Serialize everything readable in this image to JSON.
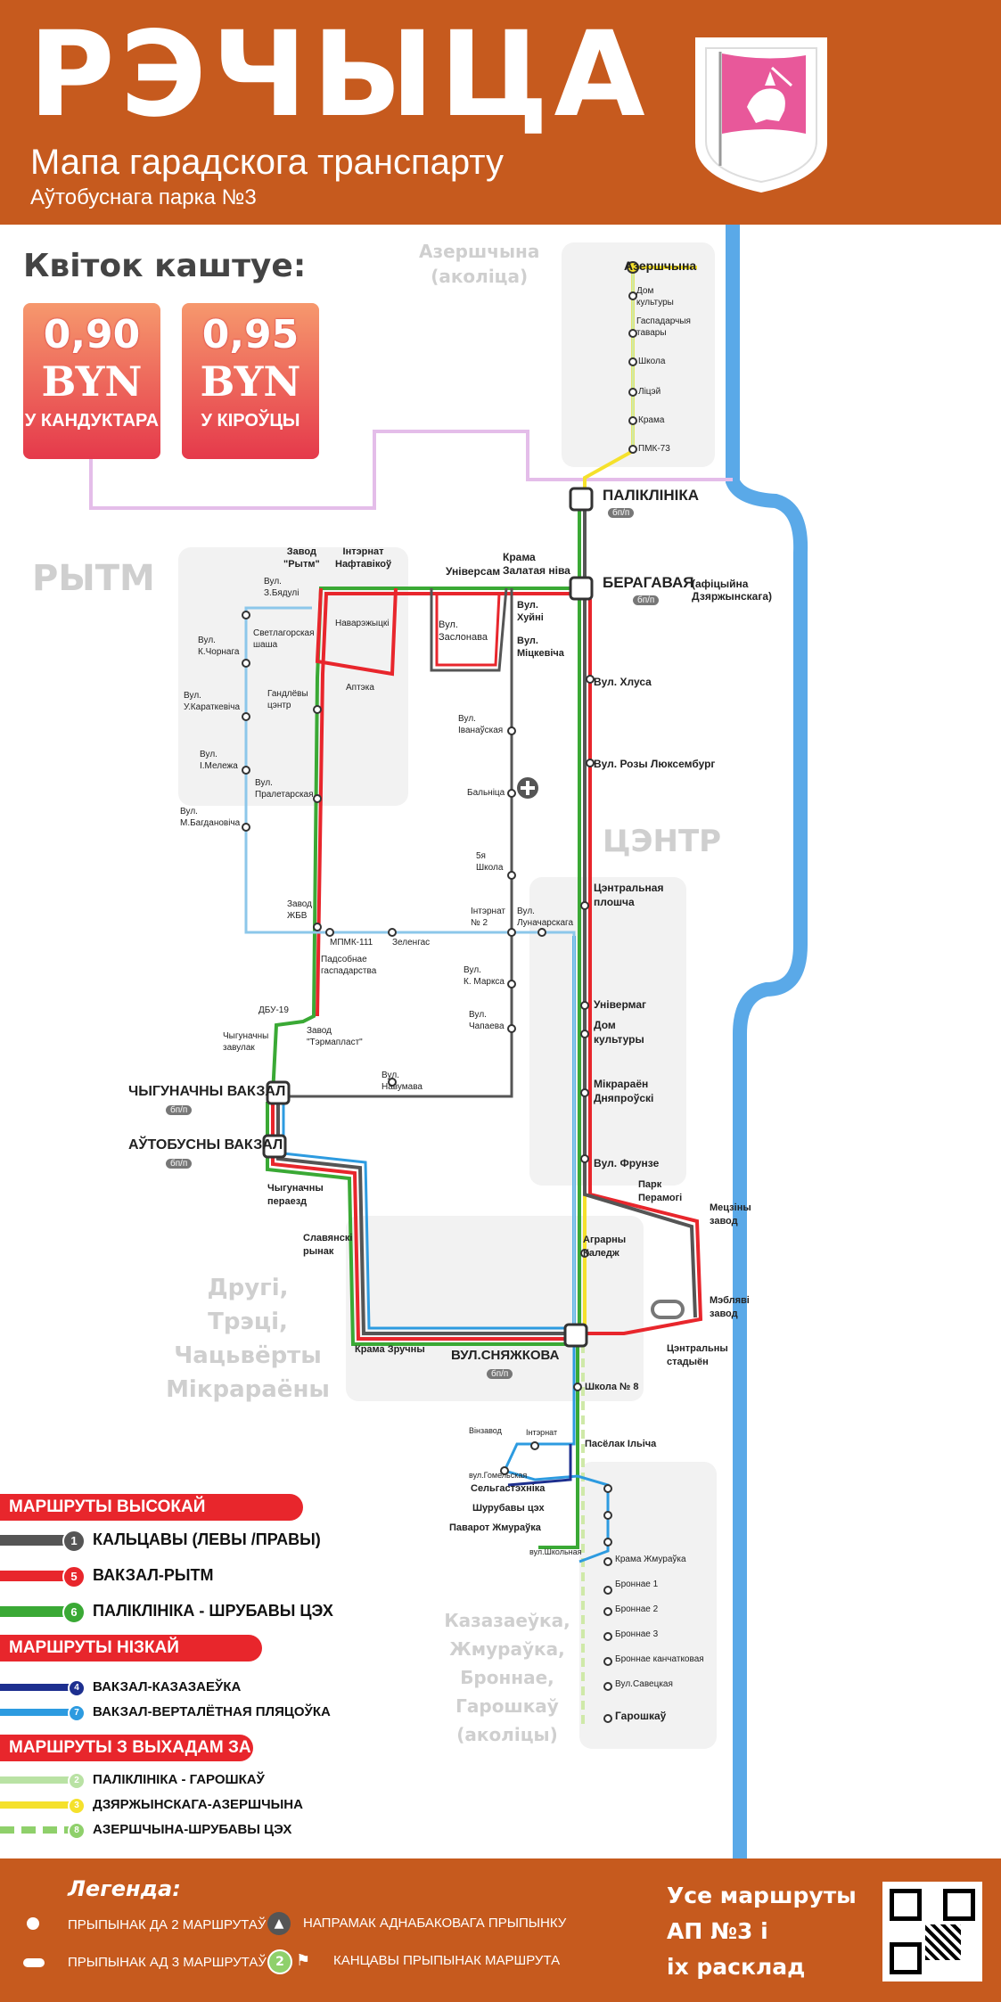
{
  "header": {
    "title": "РЭЧЫЦА",
    "subtitle": "Мапа гарадскога транспарту",
    "depot": "Аўтобуснага парка №3"
  },
  "tickets": {
    "title": "Квіток каштуе:",
    "items": [
      {
        "price": "0,90",
        "currency": "BYN",
        "who": "У КАНДУКТАРА"
      },
      {
        "price": "0,95",
        "currency": "BYN",
        "who": "У КІРОЎЦЫ"
      }
    ]
  },
  "areas": {
    "azershchyna": [
      "Азершчына",
      "(аколіца)"
    ],
    "rytm": "РЫТМ",
    "centre": "ЦЭНТР",
    "micro": [
      "Другі,",
      "Трэці,",
      "Чацьвёрты",
      "Мікрараёны"
    ],
    "south": [
      "Казазаеўка,",
      "Жмураўка,",
      "Броннае,",
      "Гарошкаў",
      "(аколіцы)"
    ]
  },
  "stops": {
    "azershchyna": "Азершчына",
    "dom_kult_az": [
      "Дом",
      "культуры"
    ],
    "gasp_tavary": [
      "Гаспадарчыя",
      "тавары"
    ],
    "shkola_az": "Школа",
    "litsei": "Ліцэй",
    "krama_az": "Крама",
    "pmk73": "ПМК-73",
    "palklinika": "ПАЛІКЛІНІКА",
    "beragavaya": "БЕРАГАВАЯ",
    "beragavaya_note": "(афіцыйна Дзяржынскага)",
    "zavod_rytm": [
      "Завод",
      "\"Рытм\""
    ],
    "internat_naft": [
      "Інтэрнат",
      "Нафтавікоў"
    ],
    "univermag": "Універсам",
    "krama_zl": [
      "Крама",
      "Залатая ніва"
    ],
    "khuini": [
      "Вул.",
      "Хуйні"
    ],
    "mitskevicha": [
      "Вул.",
      "Міцкевіча"
    ],
    "zaslonava": [
      "Вул.",
      "Заслонава"
    ],
    "navaryzhtsky": "Наварэжыцкі",
    "aptek": "Аптэка",
    "bdulia": [
      "Вул.",
      "З.Бядулі"
    ],
    "svetlag": [
      "Светлагорская",
      "шаша"
    ],
    "chorny": [
      "Вул.",
      "К.Чорнага"
    ],
    "gandl": [
      "Гандлёвы",
      "цэнтр"
    ],
    "karatkevicha": [
      "Вул.",
      "У.Караткевіча"
    ],
    "melezha": [
      "Вул.",
      "І.Мележа"
    ],
    "praletarskaya": [
      "Вул.",
      "Пралетарская"
    ],
    "bagdanovicha": [
      "Вул.",
      "М.Багдановіча"
    ],
    "zhb": [
      "Завод",
      "ЖБВ"
    ],
    "ivanauskaya": [
      "Вул.",
      "Іванаўская"
    ],
    "balnitsa": "Бальніца",
    "shkola5": [
      "5я",
      "Школа"
    ],
    "internat2": [
      "Інтэрнат",
      "№ 2"
    ],
    "lunacharskaga": [
      "Вул.",
      "Луначарскага"
    ],
    "mpmk": "МПМК-111",
    "zelengas": "Зеленгас",
    "padsobnae": [
      "Падсобнае",
      "гаспадарства"
    ],
    "marksa": [
      "Вул.",
      "К. Маркса"
    ],
    "chapaeva": [
      "Вул.",
      "Чапаева"
    ],
    "dbu": "ДБУ-19",
    "termaplast": [
      "Завод",
      "\"Тэрмапласт\""
    ],
    "chygun_zavulak": [
      "Чыгуначны",
      "завулак"
    ],
    "navumava": [
      "Вул.",
      "Навумава"
    ],
    "khlusa": "Вул. Хлуса",
    "luxemburg": "Вул. Розы Люксембург",
    "central_sq": [
      "Цэнтральная",
      "плошча"
    ],
    "univermag2": "Універмаг",
    "dom_kult": [
      "Дом",
      "культуры"
    ],
    "dniaproski": [
      "Мікрараён",
      "Дняпроўскі"
    ],
    "frunze": "Вул. Фрунзе",
    "rail_station": "ЧЫГУНАЧНЫ ВАКЗАЛ",
    "bus_station": "АЎТОБУСНЫ ВАКЗАЛ",
    "rail_crossing": [
      "Чыгуначны",
      "пераезд"
    ],
    "slav_rynak": [
      "Славянскі",
      "рынак"
    ],
    "park_peramogi": [
      "Парк",
      "Перамогі"
    ],
    "meat_plant": [
      "Мецзіны",
      "завод"
    ],
    "agrarny": [
      "Аграрны",
      "Каледж"
    ],
    "furniture": [
      "Мэбляві",
      "завод"
    ],
    "stadium": [
      "Цэнтральны",
      "стадыён"
    ],
    "krama_zruchny": "Крама Зручны",
    "sniazhkova": "ВУЛ.СНЯЖКОВА",
    "shkola8": "Школа № 8",
    "vinzavod": "Вінзавод",
    "internat": "Інтэрнат",
    "paselak": "Пасёлак Ільіча",
    "gomelskaya": "вул.Гомельская",
    "selgas": "Сельгастэхніка",
    "shurubavy": "Шурубавы цэх",
    "pavarot": "Паварот Жмураўка",
    "shkolnaya": "вул.Школьная",
    "krama_zhm": "Крама Жмураўка",
    "bronnae1": "Броннае 1",
    "bronnae2": "Броннае 2",
    "bronnae3": "Броннае 3",
    "bronnae_k": "Броннае канчатковая",
    "savetskaya": "Вул.Савецкая",
    "garoshkau": "Гарошкаў"
  },
  "badges": {
    "bp": "бп/п"
  },
  "routes_legend": {
    "high_title": "МАРШРУТЫ ВЫСОКАЙ ІНТЭНСІЎНАСЦІ",
    "high": [
      {
        "num": "1",
        "name": "КАЛЬЦАВЫ (ЛЕВЫ /ПРАВЫ)",
        "color": "#555555"
      },
      {
        "num": "5",
        "name": "ВАКЗАЛ-РЫТМ",
        "color": "#e8262c"
      },
      {
        "num": "6",
        "name": "ПАЛІКЛІНІКА - ШРУБАВЫ ЦЭХ",
        "color": "#3aa935"
      }
    ],
    "low_title": "МАРШРУТЫ НІЗКАЙ ІНТЭНСІЎНАСЦІ",
    "low": [
      {
        "num": "4",
        "name": "ВАКЗАЛ-КАЗАЗАЕЎКА",
        "color": "#1d2f8f"
      },
      {
        "num": "7",
        "name": "ВАКЗАЛ-ВЕРТАЛЁТНАЯ ПЛЯЦОЎКА",
        "color": "#2d9be0"
      }
    ],
    "out_title": "МАРШРУТЫ З ВЫХАДАМ ЗА ГОРАД",
    "out": [
      {
        "num": "2",
        "name": "ПАЛІКЛІНІКА - ГАРОШКАЎ",
        "color": "#b9e2a4"
      },
      {
        "num": "3",
        "name": "ДЗЯРЖЫНСКАГА-АЗЕРШЧЫНА",
        "color": "#f5e12c"
      },
      {
        "num": "8",
        "name": "АЗЕРШЧЫНА-ШРУБАВЫ ЦЭХ",
        "color": "#8fd06b"
      }
    ]
  },
  "footer": {
    "legend_title": "Легенда:",
    "stop2": "ПРЫПЫНАК ДА 2 МАРШРУТАЎ",
    "stop3": "ПРЫПЫНАК АД 3 МАРШРУТАЎ",
    "direction": "НАПРАМАК АДНАБАКОВАГА ПРЫПЫНКУ",
    "terminal_num": "2",
    "terminal": "КАНЦАВЫ ПРЫПЫНАК МАРШРУТА",
    "all_routes": [
      "Усе маршруты",
      "АП №3 і",
      "іх расклад"
    ]
  },
  "colors": {
    "header": "#c65a1e",
    "river": "#5aa9e8",
    "rytm_route": "#e8262c",
    "ring": "#555555",
    "green": "#3aa935"
  }
}
